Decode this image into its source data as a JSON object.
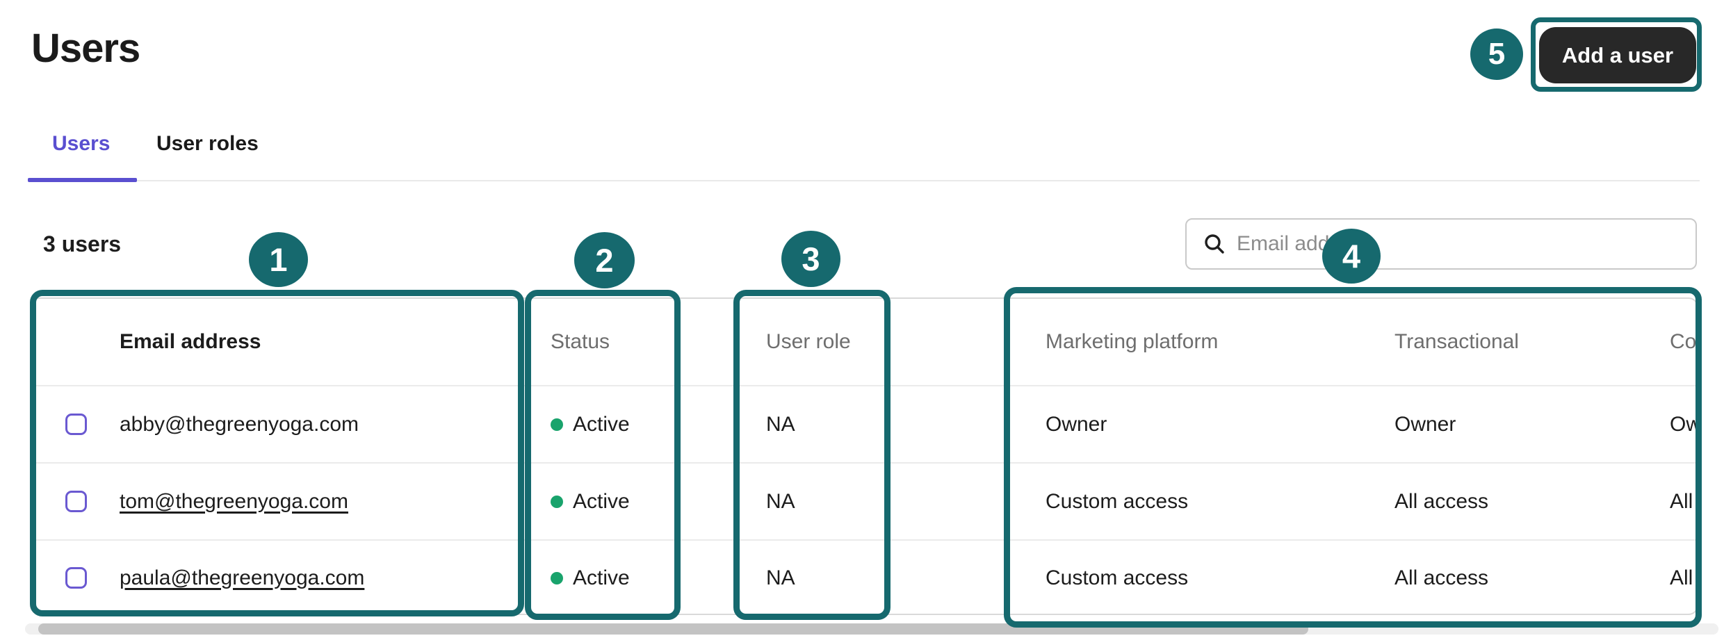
{
  "page": {
    "title": "Users"
  },
  "tabs": {
    "items": [
      {
        "label": "Users",
        "active": true
      },
      {
        "label": "User roles",
        "active": false
      }
    ]
  },
  "users_count": "3 users",
  "search": {
    "placeholder": "Email address"
  },
  "actions": {
    "add_user": "Add a user"
  },
  "table": {
    "headers": {
      "email": "Email address",
      "status": "Status",
      "user_role": "User role",
      "marketing_platform": "Marketing platform",
      "transactional": "Transactional",
      "contacts": "Contacts"
    },
    "rows": [
      {
        "email": "abby@thegreenyoga.com",
        "status": "Active",
        "user_role": "NA",
        "marketing_platform": "Owner",
        "transactional": "Owner",
        "contacts": "Owner"
      },
      {
        "email": "tom@thegreenyoga.com",
        "status": "Active",
        "user_role": "NA",
        "marketing_platform": "Custom access",
        "transactional": "All access",
        "contacts": "All access"
      },
      {
        "email": "paula@thegreenyoga.com",
        "status": "Active",
        "user_role": "NA",
        "marketing_platform": "Custom access",
        "transactional": "All access",
        "contacts": "All access"
      }
    ]
  },
  "annotations": {
    "badges": [
      {
        "label": "1"
      },
      {
        "label": "2"
      },
      {
        "label": "3"
      },
      {
        "label": "4"
      },
      {
        "label": "5"
      }
    ]
  },
  "colors": {
    "annotation_teal": "#16696e",
    "accent_purple": "#5a4fd0",
    "status_green": "#19a36c",
    "button_dark": "#282828"
  }
}
